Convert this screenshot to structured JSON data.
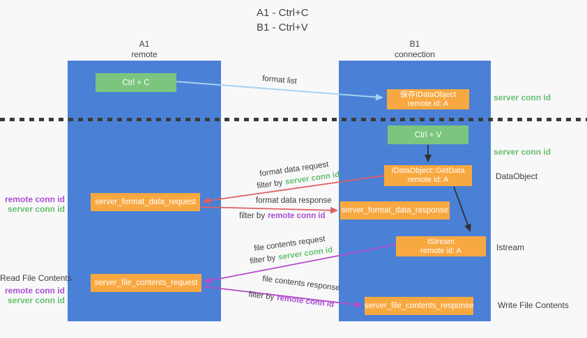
{
  "title": {
    "line1": "A1 - Ctrl+C",
    "line2": "B1 - Ctrl+V"
  },
  "lifelines": {
    "a1": {
      "name": "A1",
      "role": "remote"
    },
    "b1": {
      "name": "B1",
      "role": "connection"
    }
  },
  "nodes": {
    "ctrl_c": "Ctrl + C",
    "ctrl_v": "Ctrl + V",
    "save_dataobject": {
      "title": "保存IDataObject",
      "subtitle": "remote id: A"
    },
    "getdata": {
      "title": "IDataObject::GetData",
      "subtitle": "remote id: A"
    },
    "istream": {
      "title": "IStream",
      "subtitle": "remote id: A"
    },
    "format_request": "server_format_data_request",
    "format_response": "server_format_data_response",
    "file_request": "server_file_contents_request",
    "file_response": "server_file_contents_response"
  },
  "flow_labels": {
    "format_list": "format list",
    "format_data_request": "format data request",
    "format_data_response": "format data response",
    "file_contents_request": "file contents request",
    "file_contents_response": "file contents response",
    "filter_by": "filter by",
    "server_conn_id": "server conn id",
    "remote_conn_id": "remote conn id"
  },
  "side_labels": {
    "server_conn_id": "server conn id",
    "remote_conn_id": "remote conn id",
    "dataobject": "DataObject",
    "istream": "Istream",
    "read_file_contents": "Read File Contents",
    "write_file_contents": "Write File Contents"
  },
  "colors": {
    "lifeline_blue": "#4a80d6",
    "node_green": "#7bc57e",
    "node_orange": "#f8a840",
    "arrow_light_blue": "#a8d2ef",
    "arrow_red": "#e05f5f",
    "arrow_purple": "#b74ecb",
    "arrow_black": "#2f2f2f",
    "conn_id_green": "#65c06d",
    "conn_id_purple": "#aa4fd0"
  }
}
